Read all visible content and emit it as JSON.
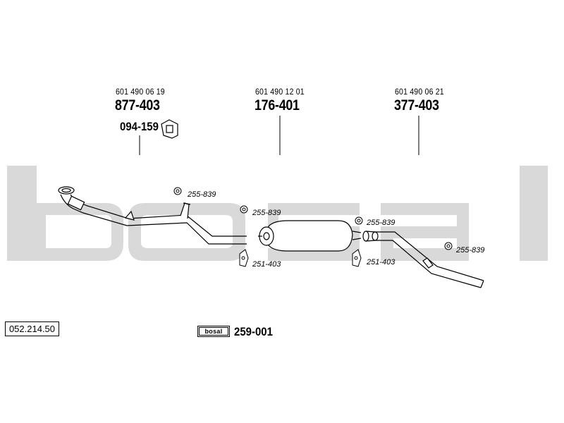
{
  "watermark": "bosal",
  "parts": {
    "front_pipe": {
      "oem": "601 490 06 19",
      "code": "877-403",
      "mount_code": "094-159"
    },
    "center_muffler": {
      "oem": "601 490 12 01",
      "code": "176-401"
    },
    "rear_pipe": {
      "oem": "601 490 06 21",
      "code": "377-403"
    }
  },
  "callouts": {
    "clamp_1": "255-839",
    "clamp_2": "255-839",
    "clamp_3": "255-839",
    "clamp_4": "255-839",
    "bracket_1": "251-403",
    "bracket_2": "251-403"
  },
  "reference_number": "052.214.50",
  "kit": {
    "logo_text": "bosal",
    "code": "259-001"
  }
}
